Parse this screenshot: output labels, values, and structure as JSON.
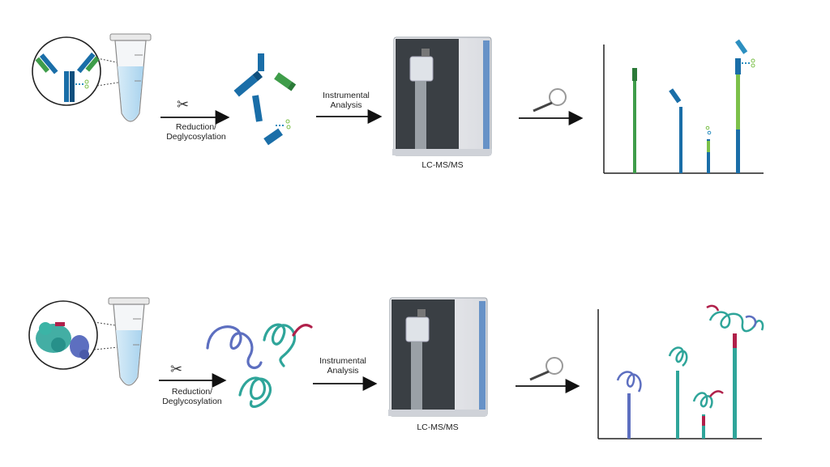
{
  "workflows": [
    {
      "id": "antibody",
      "step1_label_line1": "Reduction/",
      "step1_label_line2": "Deglycosylation",
      "step2_label_line1": "Instrumental",
      "step2_label_line2": "Analysis",
      "instrument_label": "LC-MS/MS"
    },
    {
      "id": "protein",
      "step1_label_line1": "Reduction/",
      "step1_label_line2": "Deglycosylation",
      "step2_label_line1": "Instrumental",
      "step2_label_line2": "Analysis",
      "instrument_label": "LC-MS/MS"
    }
  ],
  "colors": {
    "light_chain": "#3f9d4a",
    "heavy_chain": "#1a6ea8",
    "heavy_chain_dark": "#0f4f7d",
    "glycan": "#7cc04a",
    "protein_teal": "#2fa59a",
    "protein_blue": "#5d6fc0",
    "protein_red": "#b0204a",
    "instrument_screen": "#3a3f44",
    "instrument_stripe": "#4a7fc0"
  }
}
